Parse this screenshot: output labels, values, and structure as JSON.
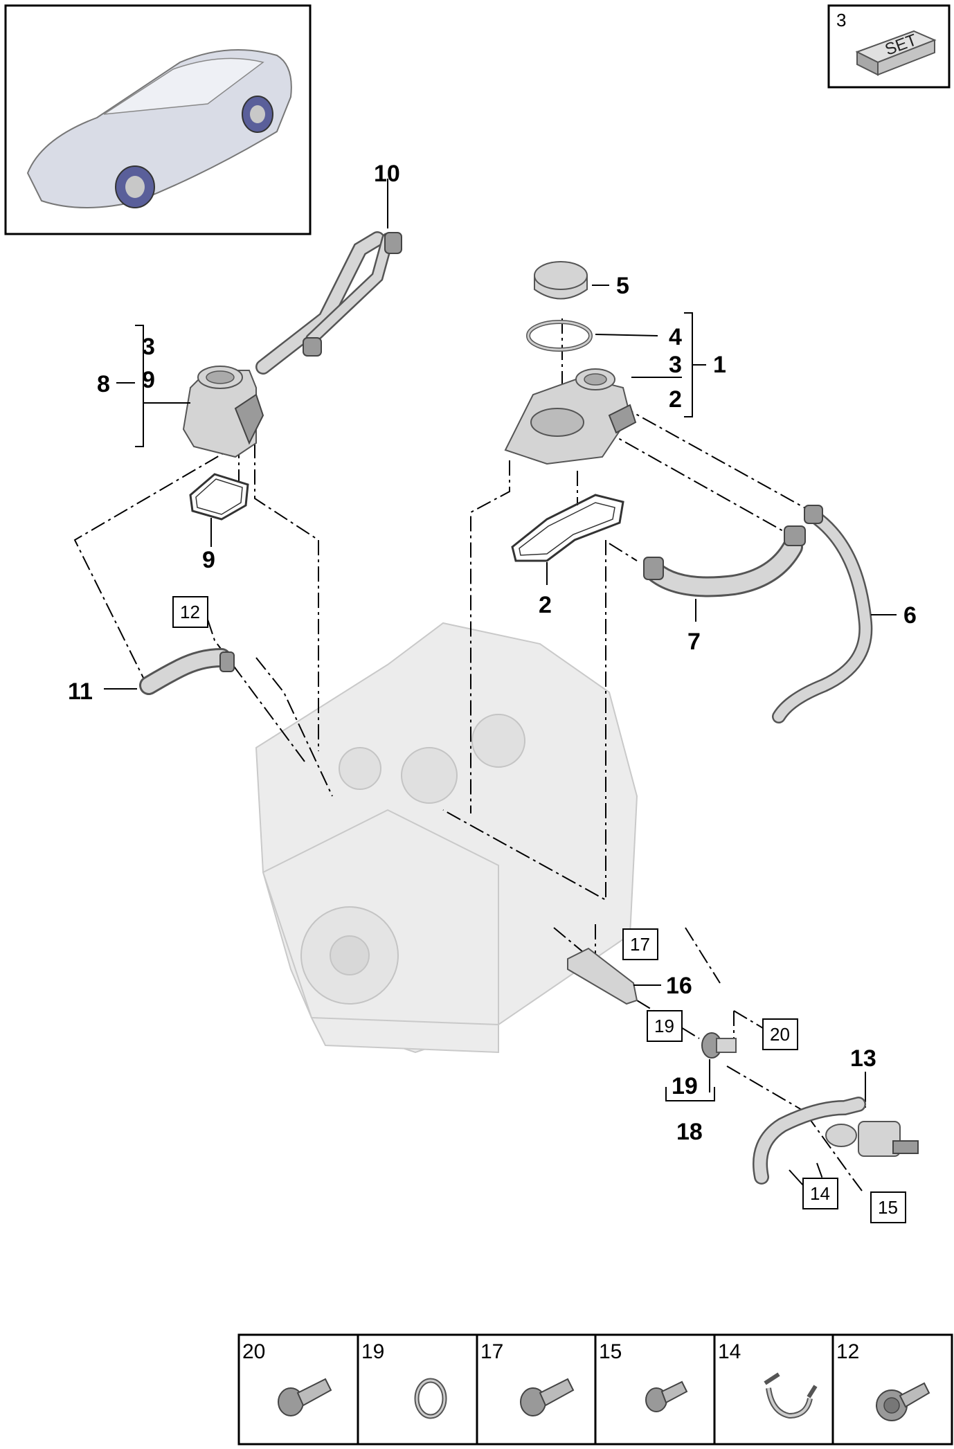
{
  "callouts": {
    "c1": "1",
    "c2a": "2",
    "c2b": "2",
    "c3a": "3",
    "c3b": "3",
    "c4": "4",
    "c5": "5",
    "c6": "6",
    "c7": "7",
    "c8": "8",
    "c9a": "9",
    "c9b": "9",
    "c10": "10",
    "c11": "11",
    "c13": "13",
    "c16": "16",
    "c18": "18",
    "c19": "19"
  },
  "boxed": {
    "b12": "12",
    "b14": "14",
    "b15": "15",
    "b17": "17",
    "b19": "19",
    "b20": "20"
  },
  "set_box": {
    "number": "3",
    "label": "SET"
  },
  "hardware_table": [
    {
      "number": "20",
      "part": "bolt"
    },
    {
      "number": "19",
      "part": "seal-ring"
    },
    {
      "number": "17",
      "part": "bolt"
    },
    {
      "number": "15",
      "part": "bolt"
    },
    {
      "number": "14",
      "part": "clip"
    },
    {
      "number": "12",
      "part": "bolt"
    }
  ]
}
